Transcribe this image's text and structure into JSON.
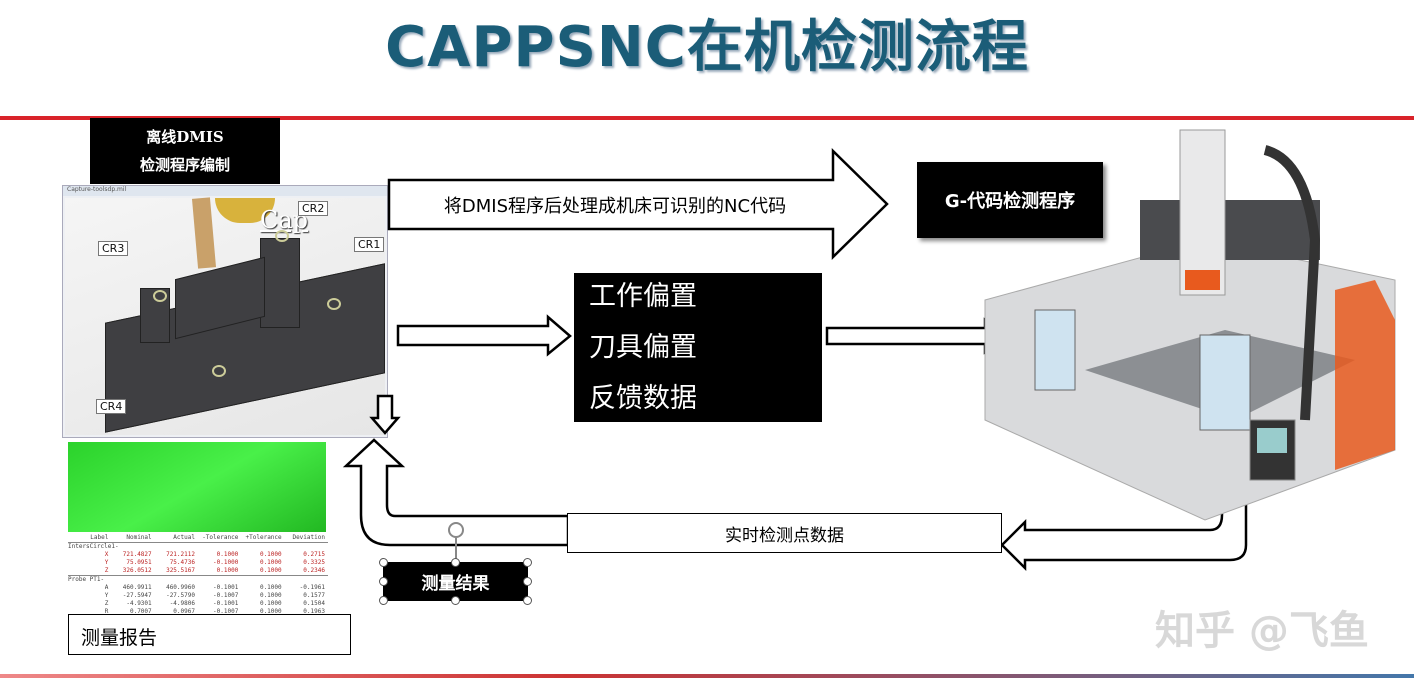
{
  "title": "CAPPSNC在机检测流程",
  "offline_box": {
    "line1": "离线DMIS",
    "line2": "检测程序编制"
  },
  "cad_view": {
    "window_title": "Capture-toolsdp.mil",
    "overlay_text": "Cap",
    "labels": [
      "CR1",
      "CR2",
      "CR3",
      "CR4"
    ]
  },
  "postprocess_arrow": "将DMIS程序后处理成机床可识别的NC代码",
  "gcode_box": "G-代码检测程序",
  "params_box": [
    "工作偏置",
    "刀具偏置",
    "反馈数据"
  ],
  "realtime_box": "实时检测点数据",
  "result_box": "测量结果",
  "report_label": "测量报告",
  "report_table": {
    "headers": [
      "Label",
      "Nominal",
      "Actual",
      "-Tolerance",
      "+Tolerance",
      "Deviation"
    ],
    "group1": "IntersCircle1-",
    "rows1": [
      [
        "X",
        "721.4827",
        "721.2112",
        "0.1000",
        "0.1000",
        "0.2715"
      ],
      [
        "Y",
        "75.0951",
        "75.4736",
        "-0.1000",
        "0.1000",
        "0.3325"
      ],
      [
        "Z",
        "326.0512",
        "325.5167",
        "0.1000",
        "0.1000",
        "0.2346"
      ]
    ],
    "group2": "Probe PT1-",
    "rows2": [
      [
        "A",
        "460.9911",
        "460.9960",
        "-0.1001",
        "0.1000",
        "-0.1961"
      ],
      [
        "Y",
        "-27.5947",
        "-27.5790",
        "-0.1007",
        "0.1000",
        "0.1577"
      ],
      [
        "Z",
        "-4.9301",
        "-4.9806",
        "-0.1001",
        "0.1000",
        "0.1504"
      ],
      [
        "R",
        "0.7007",
        "0.0967",
        "-0.1007",
        "0.1000",
        "0.1963"
      ]
    ]
  },
  "watermark": "知乎 @飞鱼",
  "colors": {
    "title": "#1b5d78",
    "rule": "#d9232a",
    "machine_accent": "#e85a1e"
  }
}
